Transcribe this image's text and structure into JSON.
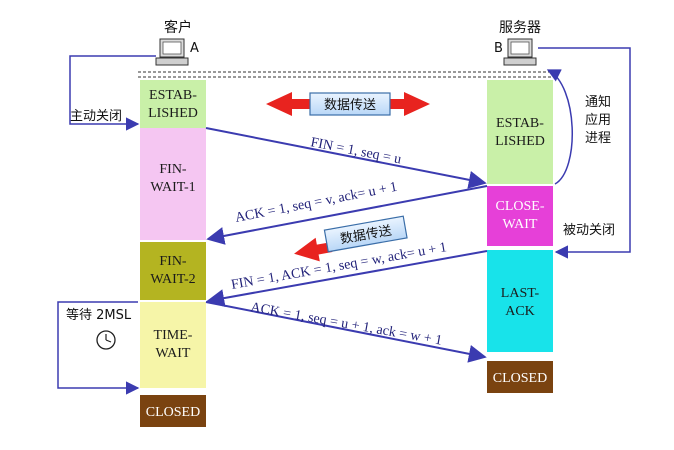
{
  "client": {
    "title": "客户",
    "host_label": "A"
  },
  "server": {
    "title": "服务器",
    "host_label": "B"
  },
  "left_states": [
    "ESTAB-|LISHED",
    "FIN-|WAIT-1",
    "FIN-|WAIT-2",
    "TIME-|WAIT",
    "CLOSED"
  ],
  "right_states": [
    "ESTAB-|LISHED",
    "CLOSE-|WAIT",
    "LAST-|ACK",
    "CLOSED"
  ],
  "messages": [
    "FIN = 1, seq = u",
    "ACK = 1, seq = v, ack= u + 1",
    "FIN = 1, ACK = 1, seq = w, ack= u + 1",
    "ACK = 1, seq = u + 1, ack = w + 1"
  ],
  "data_transfer_label": "数据传送",
  "side_labels": {
    "active_close": "主动关闭",
    "notify_app": "通知|应用|进程",
    "passive_close": "被动关闭",
    "wait_2msl": "等待 2MSL"
  },
  "colors": {
    "established": "#c9f0a8",
    "fin_wait_1": "#f5c6f2",
    "fin_wait_2": "#b4b421",
    "time_wait": "#f6f5a8",
    "closed": "#7a4310",
    "close_wait": "#e640d8",
    "last_ack": "#18e3ea",
    "arrow_blue": "#3b3bb0",
    "arrow_red": "#e8231f"
  }
}
